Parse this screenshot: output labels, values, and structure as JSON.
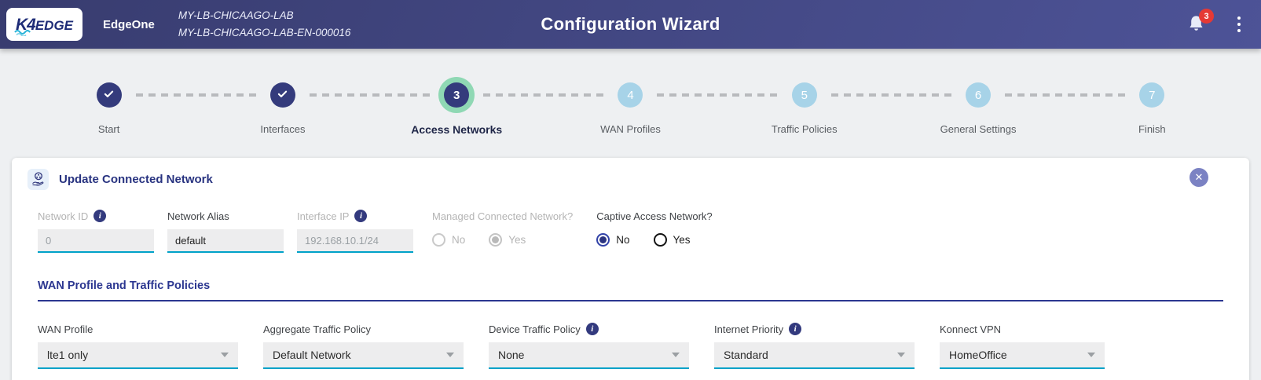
{
  "header": {
    "logo": {
      "k4": "K4",
      "edge": "EDGE"
    },
    "product": "EdgeOne",
    "device_name": "MY-LB-CHICAAGO-LAB",
    "device_id": "MY-LB-CHICAAGO-LAB-EN-000016",
    "title": "Configuration Wizard",
    "notification_count": "3"
  },
  "stepper": {
    "steps": [
      {
        "label": "Start",
        "symbol": "✓",
        "state": "done"
      },
      {
        "label": "Interfaces",
        "symbol": "✓",
        "state": "done"
      },
      {
        "label": "Access Networks",
        "symbol": "3",
        "state": "active"
      },
      {
        "label": "WAN Profiles",
        "symbol": "4",
        "state": "upcoming"
      },
      {
        "label": "Traffic Policies",
        "symbol": "5",
        "state": "upcoming"
      },
      {
        "label": "General Settings",
        "symbol": "6",
        "state": "upcoming"
      },
      {
        "label": "Finish",
        "symbol": "7",
        "state": "upcoming"
      }
    ]
  },
  "panel": {
    "title": "Update Connected Network",
    "fields": {
      "network_id": {
        "label": "Network ID",
        "value": "0",
        "disabled": true
      },
      "network_alias": {
        "label": "Network Alias",
        "value": "default",
        "disabled": false
      },
      "interface_ip": {
        "label": "Interface IP",
        "value": "192.168.10.1/24",
        "disabled": true
      },
      "managed": {
        "label": "Managed Connected Network?",
        "options": [
          "No",
          "Yes"
        ],
        "selected": "Yes",
        "disabled": true
      },
      "captive": {
        "label": "Captive Access Network?",
        "options": [
          "No",
          "Yes"
        ],
        "selected": "No",
        "disabled": false
      }
    },
    "section": {
      "title": "WAN Profile and Traffic Policies",
      "dropdowns": [
        {
          "label": "WAN Profile",
          "value": "lte1 only"
        },
        {
          "label": "Aggregate Traffic Policy",
          "value": "Default Network"
        },
        {
          "label": "Device Traffic Policy",
          "value": "None"
        },
        {
          "label": "Internet Priority",
          "value": "Standard"
        },
        {
          "label": "Konnect VPN",
          "value": "HomeOffice"
        }
      ]
    }
  },
  "icons": {
    "info": "i",
    "close": "✕"
  },
  "colors": {
    "header_grad_start": "#383c6f",
    "header_grad_end": "#4d5397",
    "accent_teal": "#00a2c8",
    "brand_blue": "#2b3690",
    "step_done": "#343b7c",
    "step_active_ring": "#8fd8b4",
    "step_upcoming": "#a7d3e8",
    "badge_red": "#e53935",
    "close_btn": "#7b82c3",
    "info_icon": "#333a7e",
    "radio_active": "#3142a8",
    "page_bg": "#eef0f2"
  }
}
